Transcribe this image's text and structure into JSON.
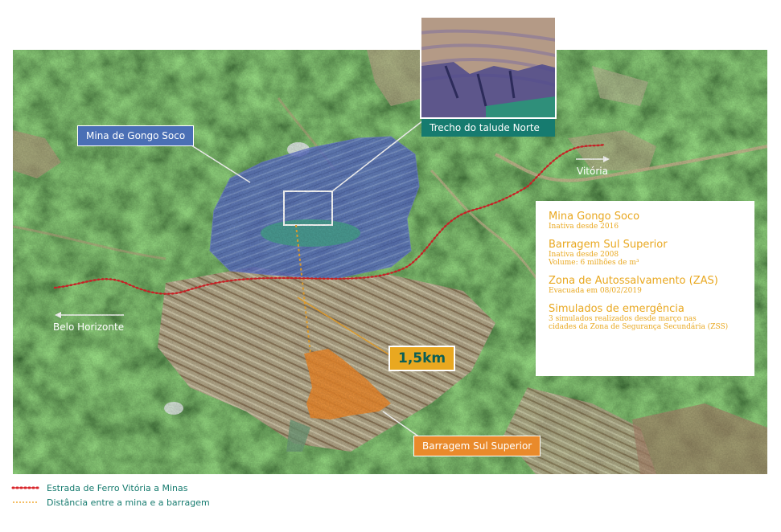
{
  "map": {
    "labels": {
      "mine": "Mina de Gongo Soco",
      "slope": "Trecho do talude Norte",
      "dam": "Barragem Sul Superior",
      "distance": "1,5km",
      "east_city": "Vitória",
      "west_city": "Belo Horizonte"
    },
    "colors": {
      "mine_fill": "#5b6fc4",
      "dam_fill": "#f08a2a",
      "railway": "#d9262b",
      "distance_line": "#f0a830",
      "label_mine_bg": "#4a6fb5",
      "label_slope_bg": "#167b6f",
      "label_dam_bg": "#e98a2b",
      "label_distance_bg": "#e9a820"
    }
  },
  "info": {
    "items": [
      {
        "title": "Mina Gongo Soco",
        "details": [
          "Inativa desde 2016"
        ]
      },
      {
        "title": "Barragem Sul Superior",
        "details": [
          "Inativa desde 2008",
          "Volume: 6 milhões de m³"
        ]
      },
      {
        "title": "Zona de Autossalvamento (ZAS)",
        "details": [
          "Evacuada em 08/02/2019"
        ]
      },
      {
        "title": "Simulados de emergência",
        "details": [
          "3 simulados realizados desde março nas",
          "cidades da Zona de Segurança Secundária (ZSS)"
        ]
      }
    ]
  },
  "legend": {
    "railway": "Estrada de Ferro Vitória a Minas",
    "distance": "Distância entre a mina e a barragem"
  }
}
